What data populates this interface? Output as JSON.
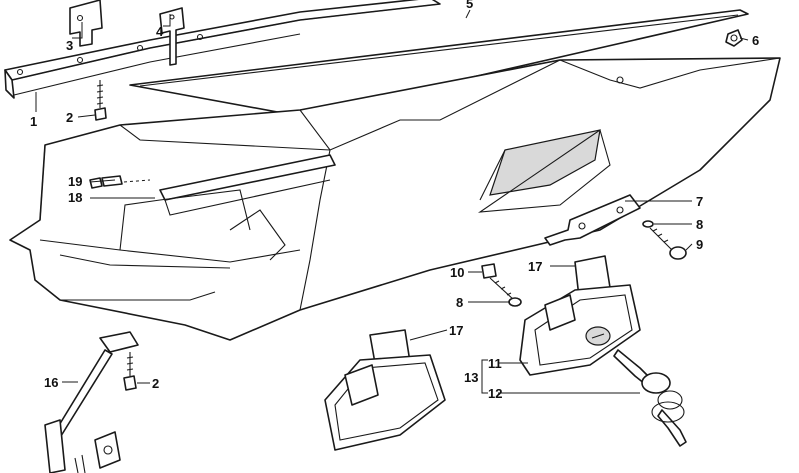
{
  "callouts": [
    {
      "id": "c1",
      "label": "1"
    },
    {
      "id": "c2a",
      "label": "2"
    },
    {
      "id": "c2b",
      "label": "2"
    },
    {
      "id": "c3",
      "label": "3"
    },
    {
      "id": "c4",
      "label": "4"
    },
    {
      "id": "c5",
      "label": "5"
    },
    {
      "id": "c6",
      "label": "6"
    },
    {
      "id": "c7",
      "label": "7"
    },
    {
      "id": "c8a",
      "label": "8"
    },
    {
      "id": "c8b",
      "label": "8"
    },
    {
      "id": "c9",
      "label": "9"
    },
    {
      "id": "c10",
      "label": "10"
    },
    {
      "id": "c11",
      "label": "11"
    },
    {
      "id": "c12",
      "label": "12"
    },
    {
      "id": "c13",
      "label": "13"
    },
    {
      "id": "c16",
      "label": "16"
    },
    {
      "id": "c17a",
      "label": "17"
    },
    {
      "id": "c17b",
      "label": "17"
    },
    {
      "id": "c18",
      "label": "18"
    },
    {
      "id": "c19",
      "label": "19"
    }
  ]
}
